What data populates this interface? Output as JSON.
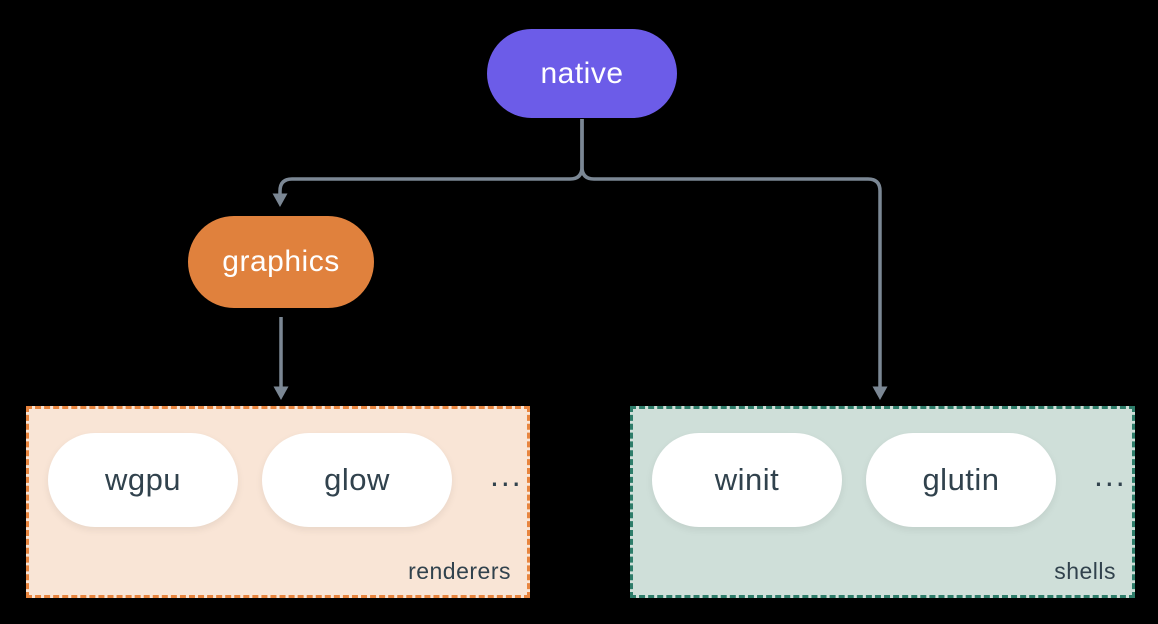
{
  "diagram": {
    "root_node": {
      "label": "native",
      "color": "#6c5ce8"
    },
    "mid_node": {
      "label": "graphics",
      "color": "#e0813d"
    },
    "groups": {
      "renderers": {
        "label": "renderers",
        "fill": "#f9e5d6",
        "border_color": "#e8853f",
        "items": [
          "wgpu",
          "glow"
        ],
        "ellipsis": "..."
      },
      "shells": {
        "label": "shells",
        "fill": "#cfdfd9",
        "border_color": "#2e7d6a",
        "items": [
          "winit",
          "glutin"
        ],
        "ellipsis": "..."
      }
    },
    "connector_color": "#7b8794",
    "text_color_on_pills": "#31424d",
    "background": "#000000"
  }
}
